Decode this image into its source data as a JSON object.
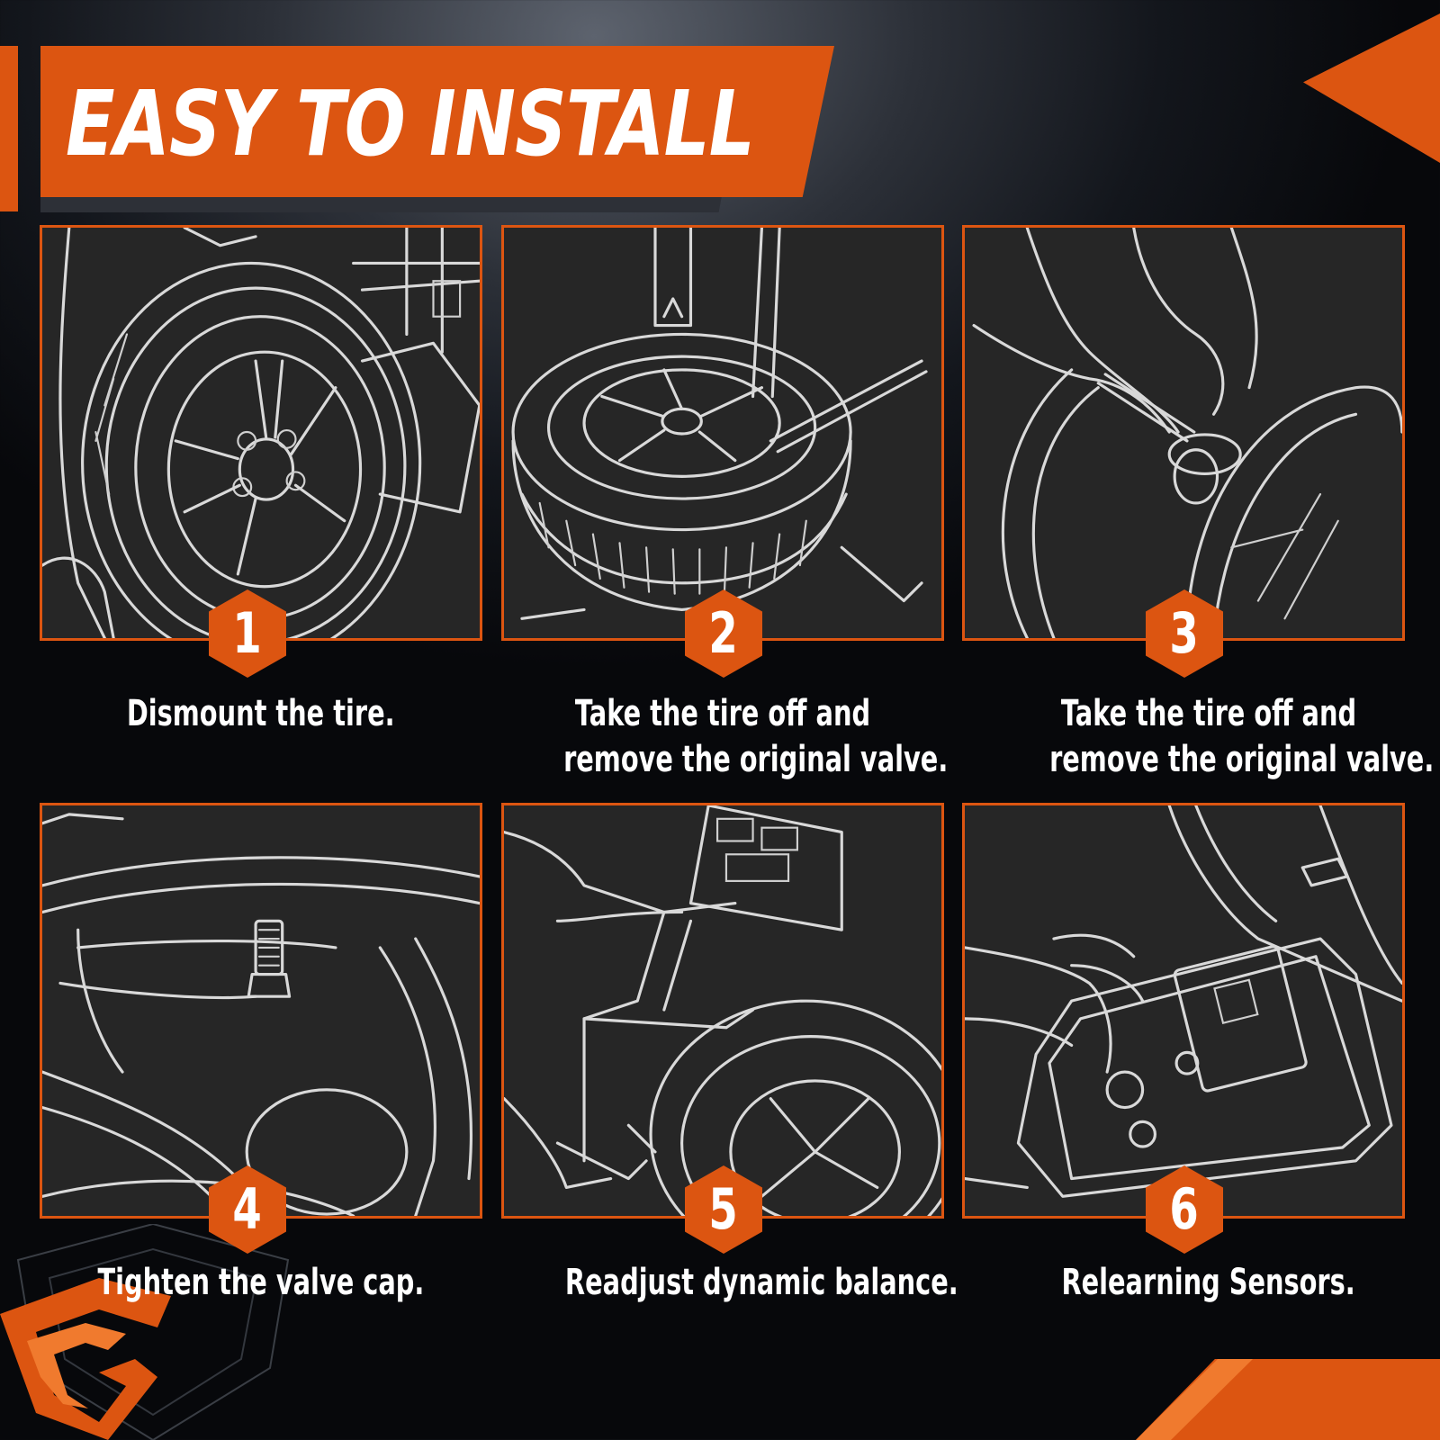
{
  "header": {
    "title": "EASY TO INSTALL"
  },
  "steps": [
    {
      "number": "1",
      "caption_lines": [
        "Dismount the tire."
      ]
    },
    {
      "number": "2",
      "caption_lines": [
        "Take the tire off and",
        "remove the original valve."
      ]
    },
    {
      "number": "3",
      "caption_lines": [
        "Take the tire off and",
        "remove the original valve."
      ]
    },
    {
      "number": "4",
      "caption_lines": [
        "Tighten the valve cap."
      ]
    },
    {
      "number": "5",
      "caption_lines": [
        "Readjust dynamic balance."
      ]
    },
    {
      "number": "6",
      "caption_lines": [
        "Relearning Sensors."
      ]
    }
  ],
  "colors": {
    "accent": "#dc5511",
    "panel_bg": "#262626",
    "line_art": "#d9d9d9",
    "text": "#ffffff"
  },
  "icons": {
    "step1": "tire-on-changer-illustration",
    "step2": "tire-bead-breaker-illustration",
    "step3": "valve-removal-illustration",
    "step4": "valve-cap-illustration",
    "step5": "wheel-balancer-illustration",
    "step6": "tpms-tool-illustration",
    "brand": "shield-logo-icon"
  }
}
